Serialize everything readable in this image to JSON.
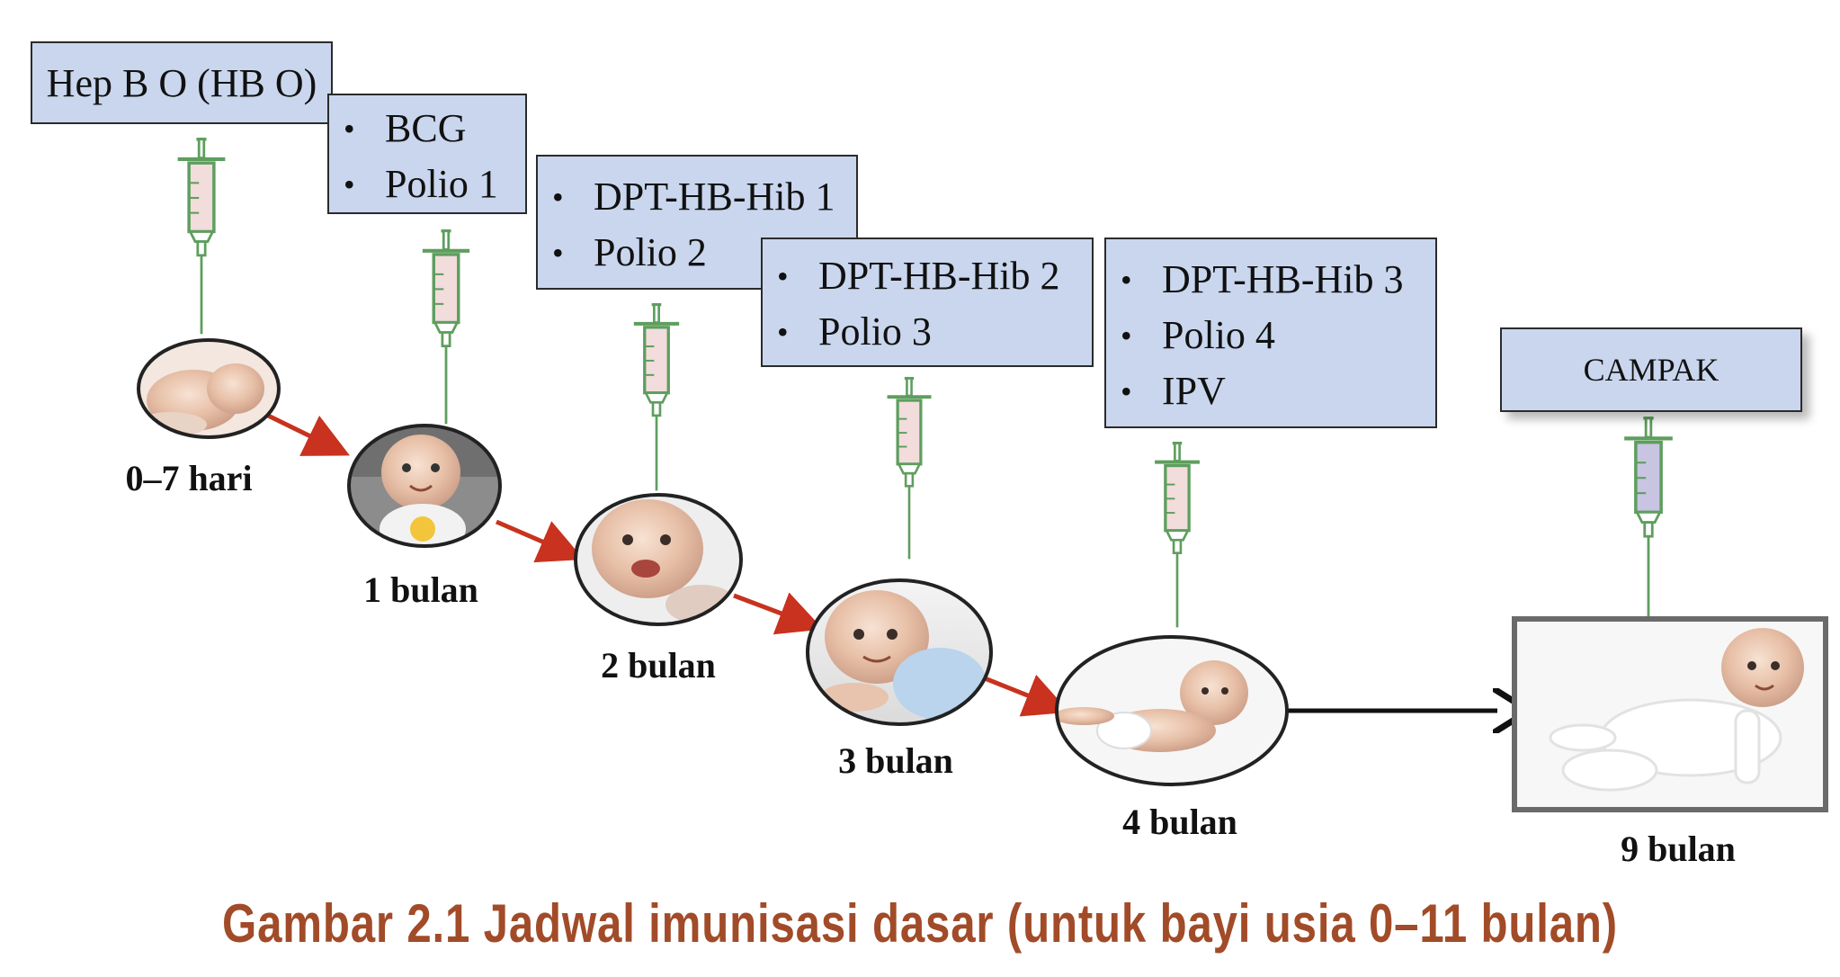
{
  "caption": "Gambar 2.1 Jadwal imunisasi dasar (untuk bayi usia 0–11 bulan)",
  "colors": {
    "box_fill": "#c9d6ee",
    "syringe_stroke": "#5e9e5e",
    "syringe_barrel": "#f2dcdc",
    "campak_barrel": "#c8c4e2",
    "arrow_red": "#c8321e",
    "arrow_black": "#111111",
    "caption": "#a24b28"
  },
  "stages": [
    {
      "age": "0–7 hari",
      "vaccines": [
        "Hep B O (HB O)"
      ],
      "photo": "baby-sleeping"
    },
    {
      "age": "1 bulan",
      "vaccines": [
        "BCG",
        "Polio 1"
      ],
      "photo": "baby-bib"
    },
    {
      "age": "2 bulan",
      "vaccines": [
        "DPT-HB-Hib 1",
        "Polio 2"
      ],
      "photo": "baby-smiling"
    },
    {
      "age": "3 bulan",
      "vaccines": [
        "DPT-HB-Hib 2",
        "Polio 3"
      ],
      "photo": "baby-crawling-blue"
    },
    {
      "age": "4 bulan",
      "vaccines": [
        "DPT-HB-Hib 3",
        "Polio 4",
        "IPV"
      ],
      "photo": "baby-tummy-time"
    },
    {
      "age": "9 bulan",
      "vaccines": [
        "CAMPAK"
      ],
      "photo": "baby-crawling-white"
    }
  ]
}
